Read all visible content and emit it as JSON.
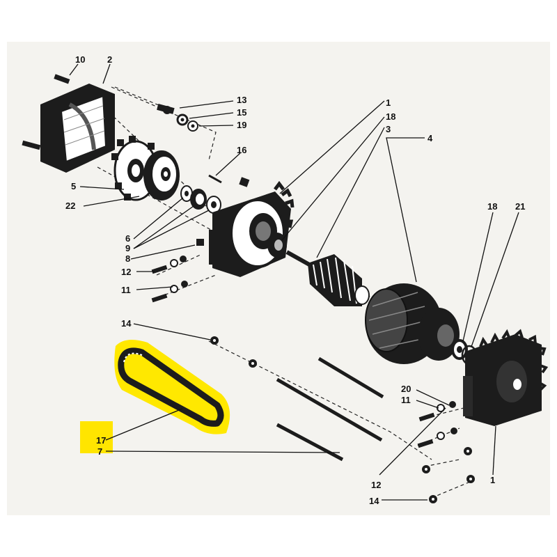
{
  "highlight_color": "#ffe500",
  "ink_color": "#1c1c1c",
  "paper_color": "#f4f3ef",
  "callouts": {
    "c10": "10",
    "c2": "2",
    "c13": "13",
    "c15": "15",
    "c19": "19",
    "c16": "16",
    "c1_top": "1",
    "c18_top": "18",
    "c3": "3",
    "c4": "4",
    "c5": "5",
    "c22": "22",
    "c6": "6",
    "c9": "9",
    "c8": "8",
    "c12_left": "12",
    "c11_left": "11",
    "c18_right": "18",
    "c21": "21",
    "c14_top": "14",
    "c17": "17",
    "c7": "7",
    "c20": "20",
    "c11_right": "11",
    "c12_bottom": "12",
    "c1_bottom": "1",
    "c14_bottom": "14"
  }
}
